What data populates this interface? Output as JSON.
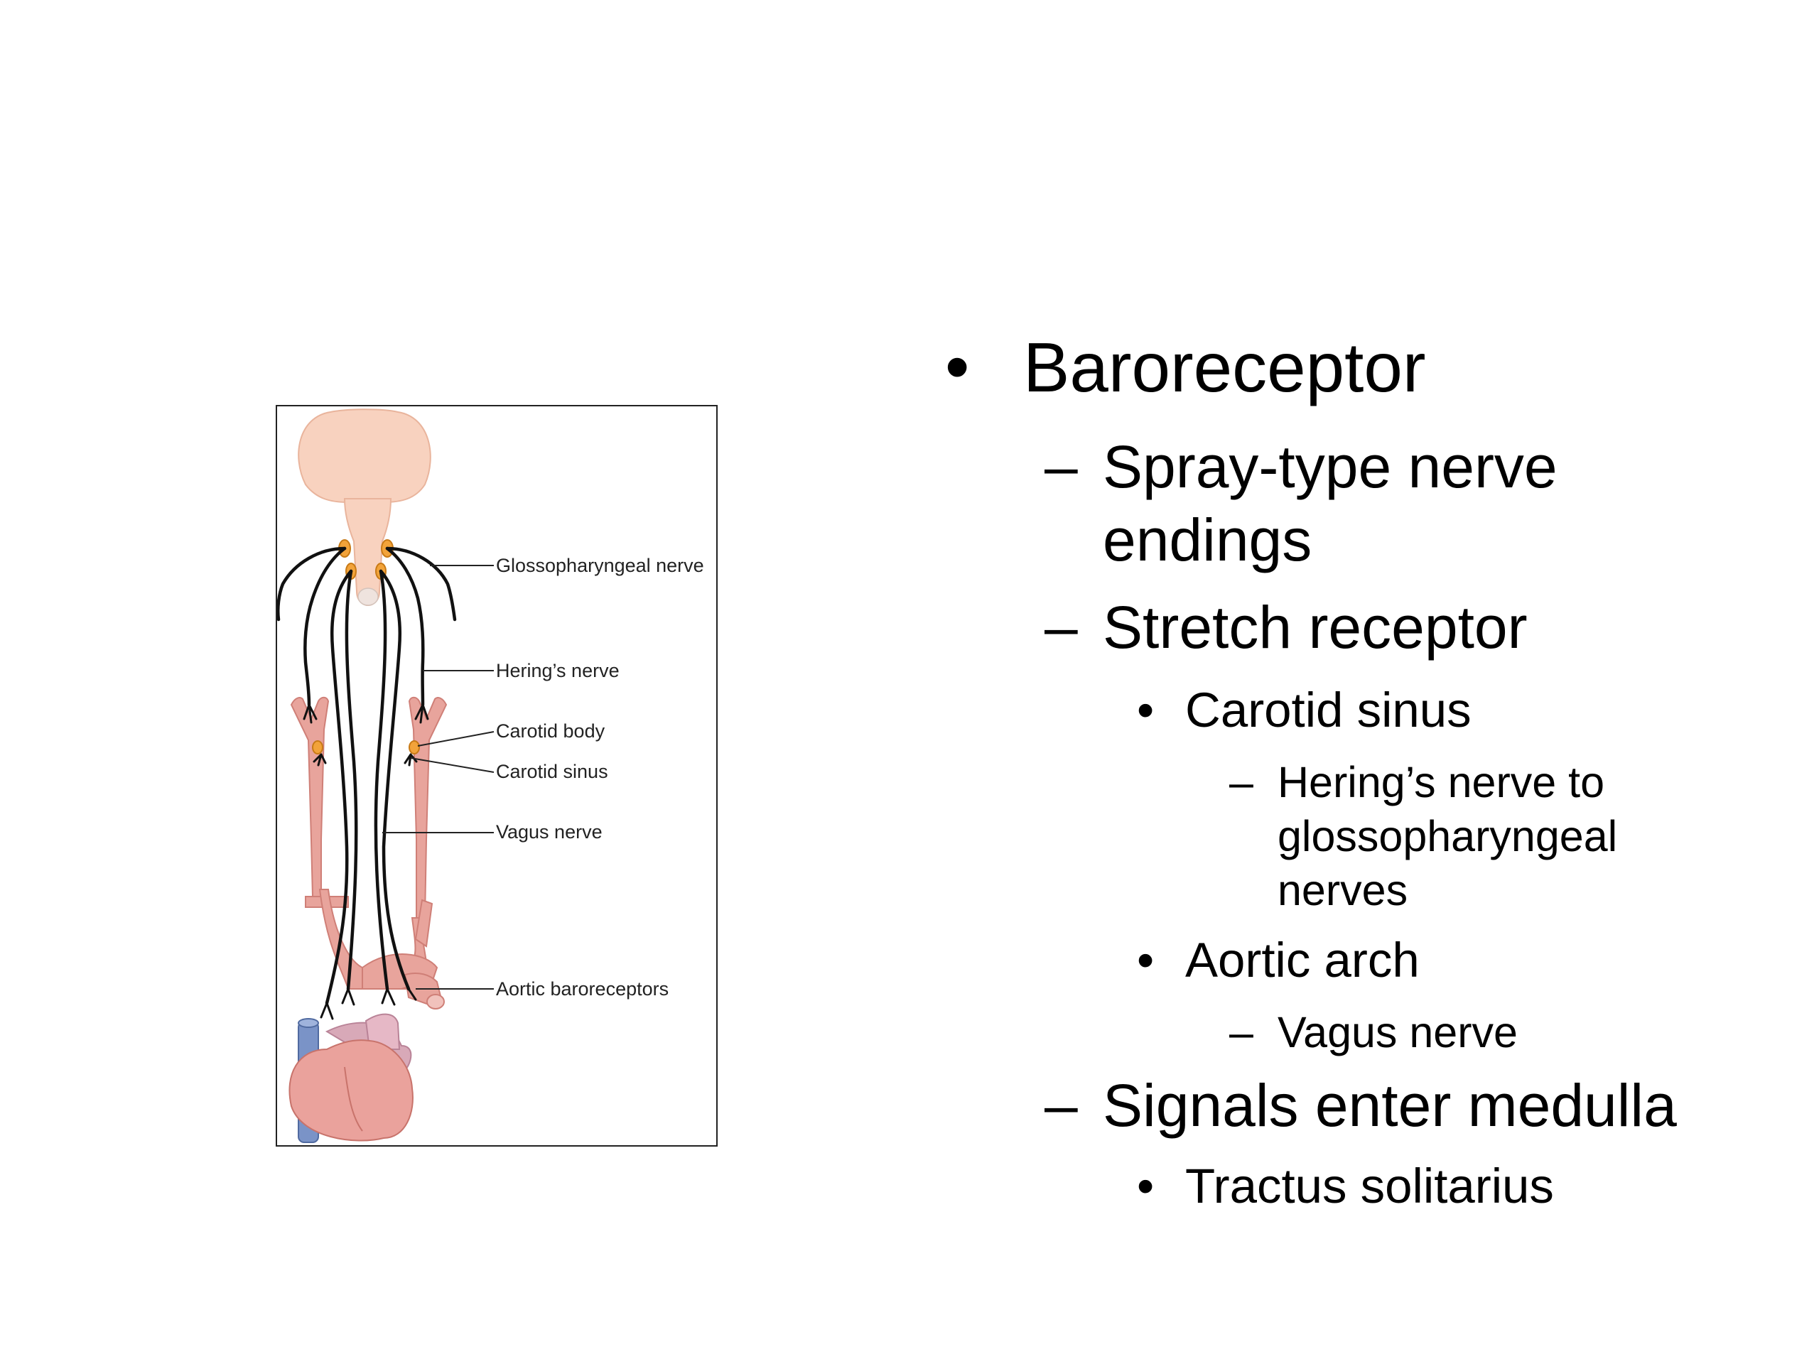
{
  "figure": {
    "labels": {
      "glossopharyngeal": "Glossopharyngeal nerve",
      "herings": "Hering’s nerve",
      "carotid_body": "Carotid body",
      "carotid_sinus": "Carotid sinus",
      "vagus": "Vagus nerve",
      "aortic": "Aortic baroreceptors"
    }
  },
  "bullets": {
    "baroreceptor": {
      "marker": "•",
      "text": "Baroreceptor"
    },
    "spray_type": {
      "marker": "–",
      "line1": "Spray-type nerve",
      "line2": "endings"
    },
    "stretch": {
      "marker": "–",
      "text": "Stretch receptor"
    },
    "carotid_sinus": {
      "marker": "•",
      "text": "Carotid sinus"
    },
    "herings_nerve": {
      "marker": "–",
      "line1": "Hering’s nerve to",
      "line2": "glossopharyngeal",
      "line3": "nerves"
    },
    "aortic_arch": {
      "marker": "•",
      "text": "Aortic arch"
    },
    "vagus_nerve": {
      "marker": "–",
      "text": "Vagus nerve"
    },
    "signals": {
      "marker": "–",
      "text": "Signals enter medulla"
    },
    "tractus": {
      "marker": "•",
      "text": "Tractus solitarius"
    }
  }
}
